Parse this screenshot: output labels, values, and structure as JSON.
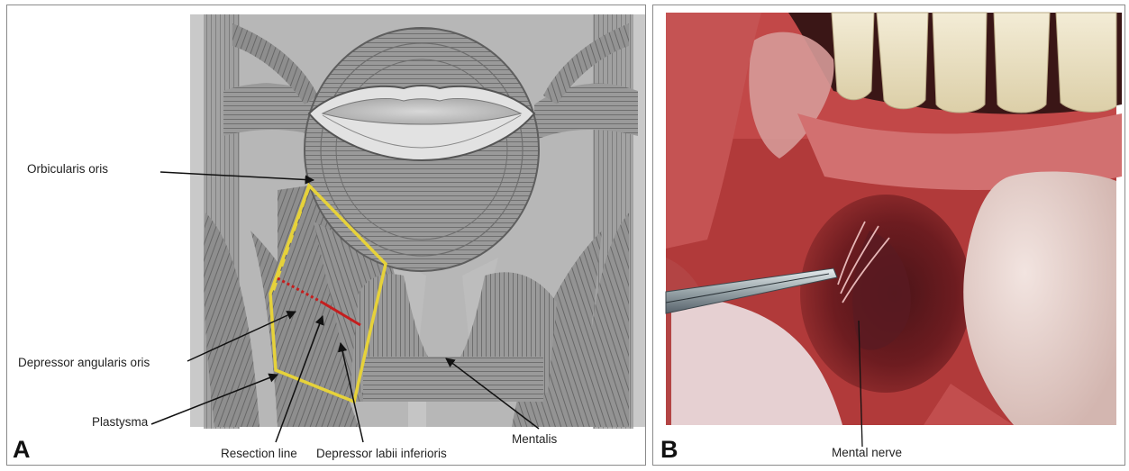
{
  "panel_a": {
    "letter": "A",
    "labels": {
      "orbicularis": "Orbicularis oris",
      "depressor_angularis": "Depressor angularis oris",
      "plastysma": "Plastysma",
      "resection": "Resection line",
      "depressor_labii": "Depressor labii inferioris",
      "mentalis": "Mentalis"
    }
  },
  "panel_b": {
    "letter": "B",
    "labels": {
      "mental_nerve": "Mental nerve"
    }
  },
  "colors": {
    "muscle": "#8f8f8f",
    "highlight_outline": "#e6d23a",
    "resection": "#c41e1e",
    "tissue": "#8e2a26"
  }
}
